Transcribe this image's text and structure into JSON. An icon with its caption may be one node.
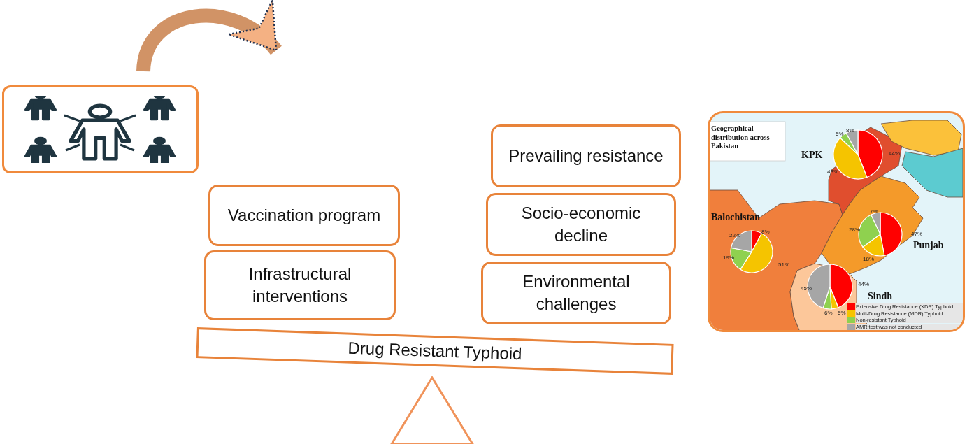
{
  "diagram": {
    "nodes": [
      {
        "text": [],
        "shape": "picture"
      },
      {
        "text": [
          "Vaccination program"
        ]
      },
      {
        "text": [
          "Infrastructural interventions"
        ]
      },
      {
        "text": [
          "Prevailing resistance"
        ]
      },
      {
        "text": [
          "Socio-economic decline"
        ]
      },
      {
        "text": [
          "Environmental challenges"
        ]
      },
      {
        "text": [
          "Drug Resistant Typhoid"
        ]
      },
      {
        "text": [],
        "shape": "triangle"
      },
      {
        "text": [],
        "shape": "picture"
      }
    ],
    "labels": [
      "Geographical distribution across Pakistan",
      "KPK",
      "44%",
      "43%",
      "5%",
      "8%",
      "Balochistan",
      "22%",
      "8%",
      "19%",
      "51%",
      "Punjab",
      "7%",
      "28%",
      "47%",
      "18%",
      "Sindh",
      "45%",
      "44%",
      "6%",
      "5%"
    ],
    "legend": [
      {
        "text": "Extensive Drug Resistance (XDR) Typhoid",
        "color": "#ff0000"
      },
      {
        "text": "Multi-Drug Resistance (MDR) Typhoid",
        "color": "#f5c400"
      },
      {
        "text": "Non-resistant Typhoid",
        "color": "#8fd14f"
      },
      {
        "text": "AMR test was not conducted",
        "color": "#a6a6a6"
      }
    ]
  }
}
